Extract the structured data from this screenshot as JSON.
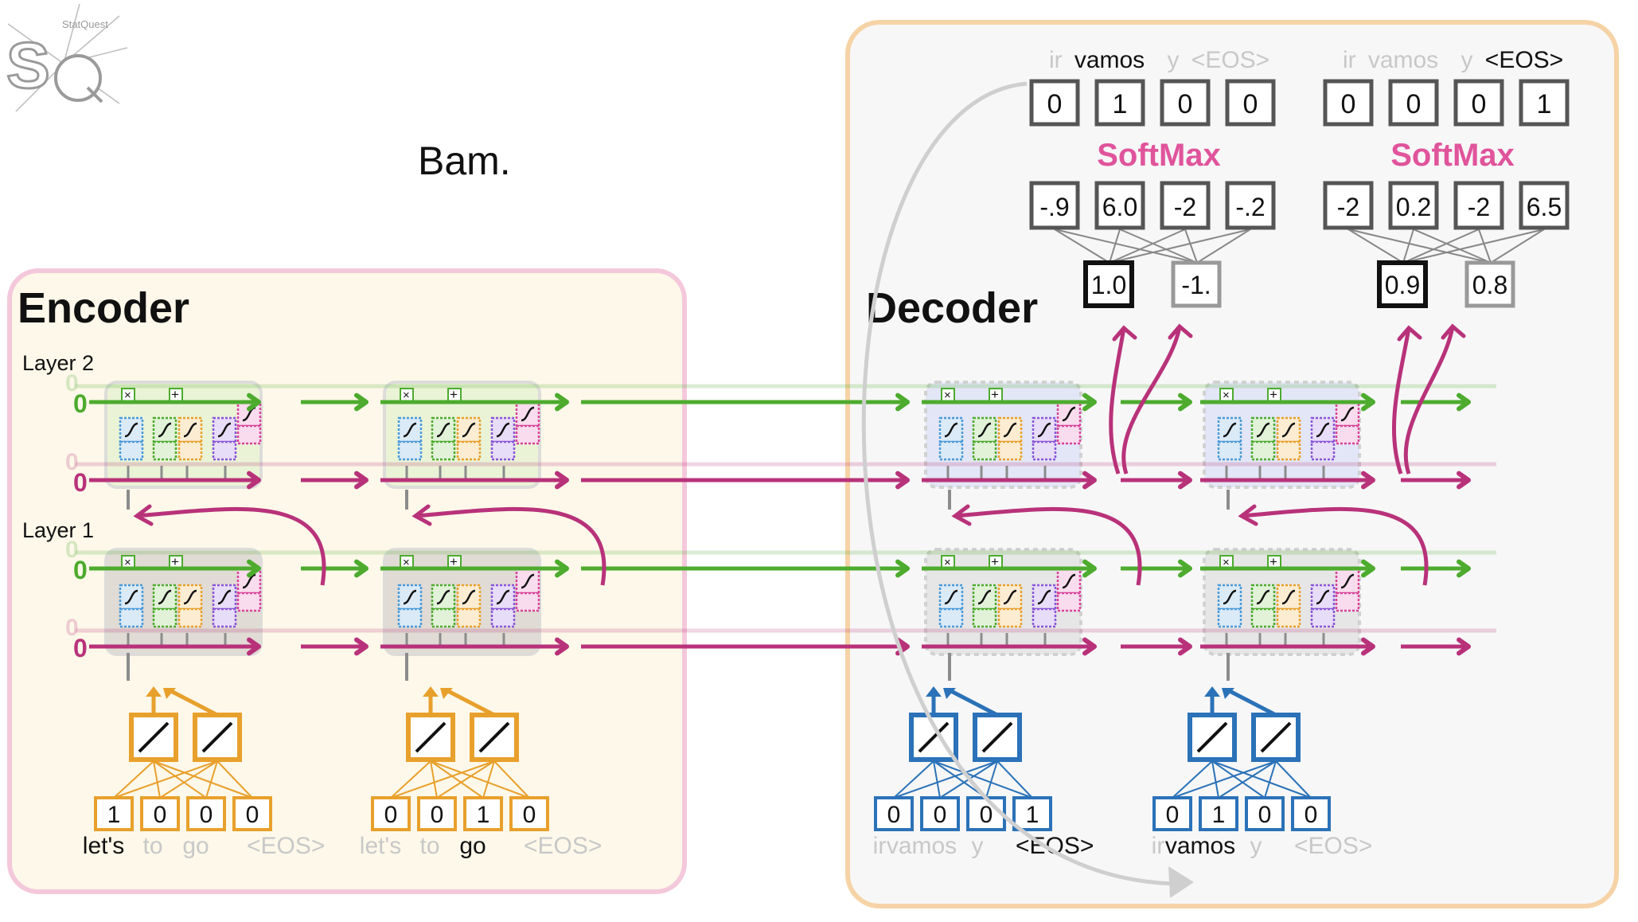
{
  "logo_text": "StatQuest",
  "title": "Bam.",
  "encoder": {
    "label": "Encoder",
    "layer_labels": [
      "Layer 2",
      "Layer 1"
    ],
    "initial_values": [
      "0",
      "0",
      "0",
      "0"
    ],
    "faded_initial_values": [
      "0",
      "0",
      "0",
      "0"
    ],
    "steps": [
      {
        "one_hot": [
          "1",
          "0",
          "0",
          "0"
        ],
        "tokens": [
          "let's",
          "to",
          "go",
          "<EOS>"
        ],
        "active_token": 0
      },
      {
        "one_hot": [
          "0",
          "0",
          "1",
          "0"
        ],
        "tokens": [
          "let's",
          "to",
          "go",
          "<EOS>"
        ],
        "active_token": 2
      }
    ]
  },
  "decoder": {
    "label": "Decoder",
    "steps": [
      {
        "one_hot": [
          "0",
          "0",
          "0",
          "1"
        ],
        "tokens": [
          "ir",
          "vamos",
          "y",
          "<EOS>"
        ],
        "active_token": 3
      },
      {
        "one_hot": [
          "0",
          "1",
          "0",
          "0"
        ],
        "tokens": [
          "ir",
          "vamos",
          "y",
          "<EOS>"
        ],
        "active_token": 1
      }
    ],
    "outputs": [
      {
        "header_tokens": [
          "ir",
          "vamos",
          "y",
          "<EOS>"
        ],
        "active_token": 1,
        "one_hot": [
          "0",
          "1",
          "0",
          "0"
        ],
        "softmax_label": "SoftMax",
        "logits": [
          "-.9",
          "6.0",
          "-2",
          "-.2"
        ],
        "fc_inputs": [
          "1.0",
          "-1."
        ]
      },
      {
        "header_tokens": [
          "ir",
          "vamos",
          "y",
          "<EOS>"
        ],
        "active_token": 3,
        "one_hot": [
          "0",
          "0",
          "0",
          "1"
        ],
        "softmax_label": "SoftMax",
        "logits": [
          "-2",
          "0.2",
          "-2",
          "6.5"
        ],
        "fc_inputs": [
          "0.9",
          "0.8"
        ]
      }
    ]
  },
  "lstm_gate_icons": [
    "multiply-gate-icon",
    "add-gate-icon"
  ],
  "colors": {
    "green": "#4dab2e",
    "magenta": "#b8327a",
    "orange": "#e8a02c",
    "blue": "#2b72b8",
    "softmax_pink": "#e0549c",
    "encoder_bg": "#fdf8e8",
    "encoder_border": "#f4c6da",
    "decoder_bg": "#f7f7f7",
    "decoder_border": "#f6d3a6"
  }
}
